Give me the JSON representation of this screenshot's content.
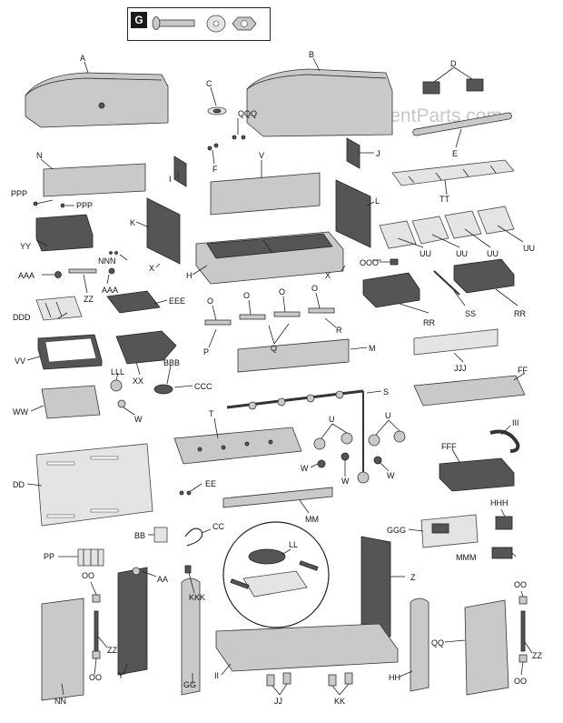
{
  "watermark": "eReplacementParts.com",
  "inset_label": "G",
  "labels": {
    "A": "A",
    "B": "B",
    "C": "C",
    "D": "D",
    "E": "E",
    "F": "F",
    "H": "H",
    "I": "I",
    "J": "J",
    "K": "K",
    "L": "L",
    "M": "M",
    "N": "N",
    "O": "O",
    "P": "P",
    "Q": "Q",
    "R": "R",
    "S": "S",
    "T": "T",
    "U": "U",
    "V": "V",
    "W": "W",
    "X": "X",
    "Y": "Y",
    "Z": "Z",
    "AA": "AA",
    "BB": "BB",
    "CC": "CC",
    "DD": "DD",
    "EE": "EE",
    "FF": "FF",
    "GG": "GG",
    "HH": "HH",
    "II": "II",
    "JJ": "JJ",
    "KK": "KK",
    "LL": "LL",
    "MM": "MM",
    "NN": "NN",
    "OO": "OO",
    "PP": "PP",
    "QQ": "QQ",
    "RR": "RR",
    "SS": "SS",
    "TT": "TT",
    "UU": "UU",
    "VV": "VV",
    "WW": "WW",
    "XX": "XX",
    "YY": "YY",
    "ZZ": "ZZ",
    "AAA": "AAA",
    "BBB": "BBB",
    "CCC": "CCC",
    "DDD": "DDD",
    "EEE": "EEE",
    "FFF": "FFF",
    "GGG": "GGG",
    "HHH": "HHH",
    "III": "III",
    "JJJ": "JJJ",
    "KKK": "KKK",
    "LLL": "LLL",
    "MMM": "MMM",
    "NNN": "NNN",
    "OOO": "OOO",
    "PPP": "PPP",
    "QQQ": "QQQ"
  }
}
